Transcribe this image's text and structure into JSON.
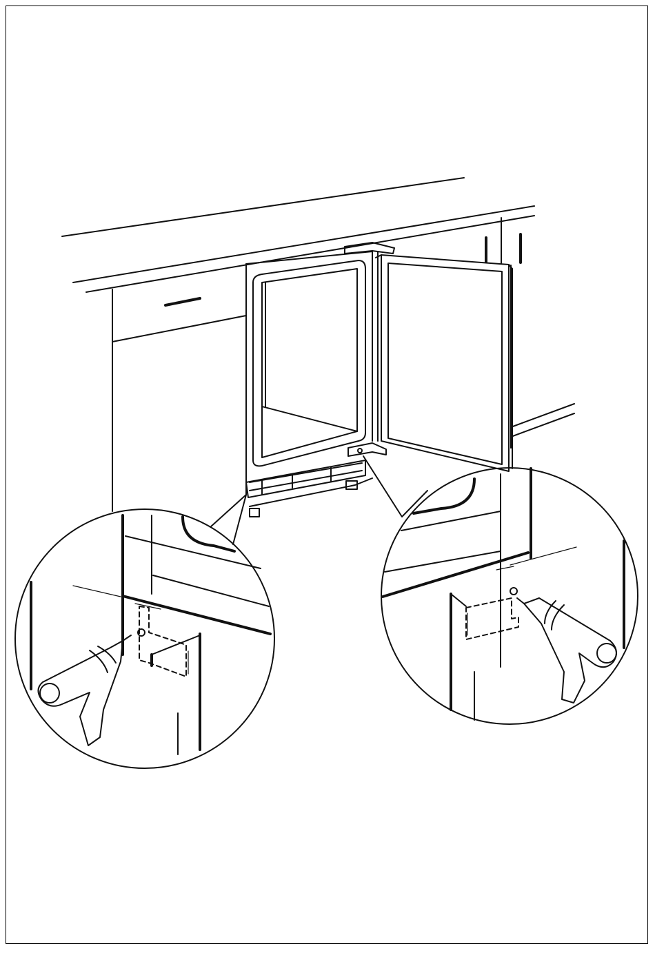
{
  "figure": {
    "kind": "installation-illustration",
    "stroke_color": "#111111",
    "background_color": "#ffffff",
    "elements": [
      "countertop",
      "cabinet-left",
      "cabinet-right",
      "appliance-opening",
      "open-door",
      "top-hinge",
      "bottom-hinge",
      "leveling-feet",
      "detail-callout-left",
      "detail-callout-right",
      "drill-icon"
    ]
  }
}
